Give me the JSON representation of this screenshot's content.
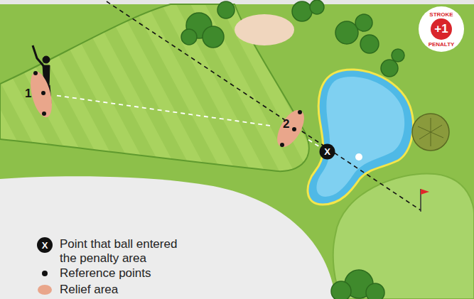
{
  "diagram": {
    "nodes": [
      {
        "text": [
          "1"
        ]
      },
      {
        "text": [
          "2"
        ]
      },
      {
        "text": [
          "X"
        ]
      },
      {
        "text": [
          "STROKE",
          "+1",
          "PENALTY"
        ]
      }
    ],
    "edges": [
      {
        "from": 0,
        "to": 1,
        "arrow": "none"
      },
      {
        "from": 1,
        "to": 2,
        "arrow": "none"
      }
    ],
    "labels": [
      "X"
    ],
    "legend": [
      {
        "text": "Point that ball entered the penalty area"
      },
      {
        "text": "Reference points"
      },
      {
        "text": "Relief area",
        "color": "#e9a68b"
      }
    ]
  }
}
